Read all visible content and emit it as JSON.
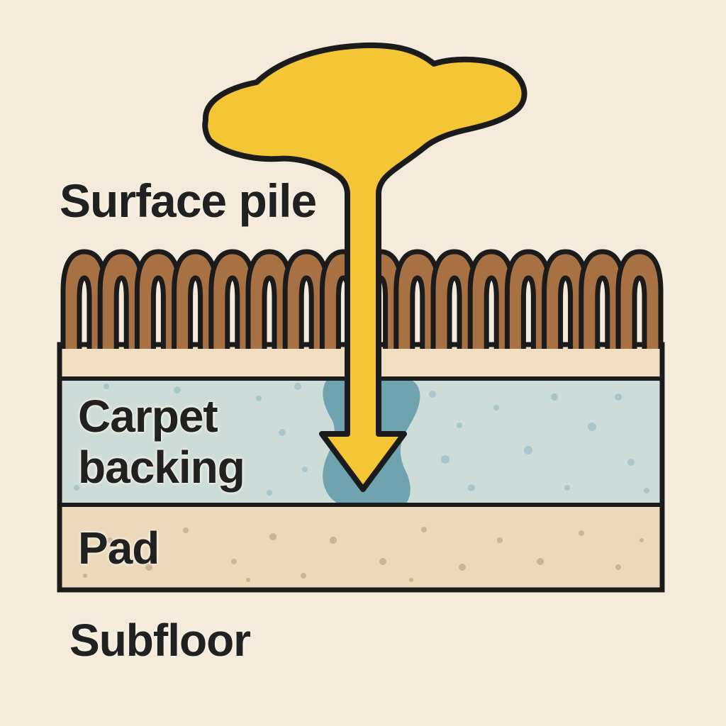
{
  "labels": {
    "surface_pile": "Surface pile",
    "carpet_backing": "Carpet\nbacking",
    "pad": "Pad",
    "subfloor": "Subfloor"
  },
  "colors": {
    "background": "#F5EBDC",
    "spill_yellow": "#F4C636",
    "pile_brown": "#A87144",
    "primary_backing": "#F0E0C1",
    "backing_blue": "#CDDCD9",
    "backing_dot": "#A9C6CB",
    "wet_teal": "#6FA3B0",
    "pad_tan": "#EBD9BA",
    "pad_dot": "#CDB493",
    "outline": "#1B1B1B",
    "text": "#212121"
  }
}
